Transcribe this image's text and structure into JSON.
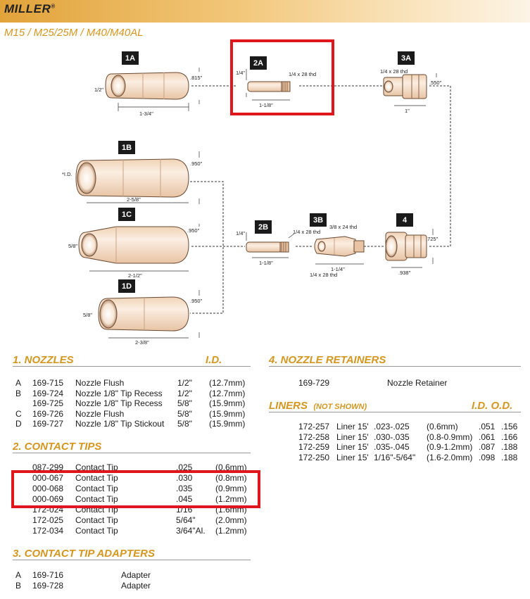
{
  "header": {
    "brand": "MILLER",
    "brand_mark": "®",
    "models": "M15 / M25/25M / M40/M40AL"
  },
  "diagram": {
    "tags": [
      "1A",
      "2A",
      "3A",
      "1B",
      "1C",
      "2B",
      "3B",
      "4",
      "1D"
    ],
    "dims": {
      "a1_815": ".815\"",
      "a1_12": "1/2\"",
      "a1_134": "1-3/4\"",
      "a2_14": "1/4\"",
      "a2_thd": "1/4 x 28 thd",
      "a2_118": "1-1/8\"",
      "a3_thd": "1/4 x 28 thd",
      "a3_550": ".550\"",
      "a3_1": "1\"",
      "b1_950": ".950\"",
      "b1_id": "*I.D.",
      "b1_258": "2-5/8\"",
      "c1_950": ".950\"",
      "c1_58": "5/8\"",
      "c1_212": "2-1/2\"",
      "d1_950": ".950\"",
      "d1_58": "5/8\"",
      "d1_238": "2-3/8\"",
      "b2_14": "1/4\"",
      "b2_thd": "1/4 x 28 thd",
      "b2_118": "1-1/8\"",
      "b3_thd1": "3/8 x 24 thd",
      "b3_114": "1-1/4\"",
      "b3_thd2": "1/4 x 28 thd",
      "r4_725": ".725\"",
      "r4_938": ".938\""
    }
  },
  "nozzles": {
    "title": "1.  NOZZLES",
    "id_header": "I.D.",
    "rows": [
      {
        "letter": "A",
        "part": "169-715",
        "desc": "Nozzle Flush",
        "size": "1/2\"",
        "mm": "(12.7mm)"
      },
      {
        "letter": "B",
        "part": "169-724",
        "desc": "Nozzle 1/8\" Tip Recess",
        "size": "1/2\"",
        "mm": "(12.7mm)"
      },
      {
        "letter": "",
        "part": "169-725",
        "desc": "Nozzle 1/8\" Tip Recess",
        "size": "5/8\"",
        "mm": "(15.9mm)"
      },
      {
        "letter": "C",
        "part": "169-726",
        "desc": "Nozzle Flush",
        "size": "5/8\"",
        "mm": "(15.9mm)"
      },
      {
        "letter": "D",
        "part": "169-727",
        "desc": "Nozzle 1/8\" Tip Stickout",
        "size": "5/8\"",
        "mm": "(15.9mm)"
      }
    ]
  },
  "contact_tips": {
    "title": "2.  CONTACT TIPS",
    "rows": [
      {
        "part": "087-299",
        "desc": "Contact Tip",
        "size": ".025",
        "mm": "(0.6mm)"
      },
      {
        "part": "000-067",
        "desc": "Contact Tip",
        "size": ".030",
        "mm": "(0.8mm)"
      },
      {
        "part": "000-068",
        "desc": "Contact Tip",
        "size": ".035",
        "mm": "(0.9mm)"
      },
      {
        "part": "000-069",
        "desc": "Contact Tip",
        "size": ".045",
        "mm": "(1.2mm)"
      },
      {
        "part": "172-024",
        "desc": "Contact Tip",
        "size": "1/16\"",
        "mm": "(1.6mm)"
      },
      {
        "part": "172-025",
        "desc": "Contact Tip",
        "size": "5/64\"",
        "mm": "(2.0mm)"
      },
      {
        "part": "172-034",
        "desc": "Contact Tip",
        "size": "3/64\"Al.",
        "mm": "(1.2mm)"
      }
    ]
  },
  "adapters": {
    "title": "3.  CONTACT TIP ADAPTERS",
    "rows": [
      {
        "letter": "A",
        "part": "169-716",
        "desc": "Adapter"
      },
      {
        "letter": "B",
        "part": "169-728",
        "desc": "Adapter"
      }
    ]
  },
  "retainers": {
    "title": "4.  NOZZLE RETAINERS",
    "rows": [
      {
        "part": "169-729",
        "desc": "Nozzle Retainer"
      }
    ]
  },
  "liners": {
    "title": "LINERS",
    "note": "(NOT SHOWN)",
    "id_od": "I.D. O.D.",
    "rows": [
      {
        "part": "172-257",
        "desc": "Liner 15'",
        "range": ".023-.025",
        "mm": "(0.6mm)",
        "id": ".051",
        "od": ".156"
      },
      {
        "part": "172-258",
        "desc": "Liner 15'",
        "range": ".030-.035",
        "mm": "(0.8-0.9mm)",
        "id": ".061",
        "od": ".166"
      },
      {
        "part": "172-259",
        "desc": "Liner 15'",
        "range": ".035-.045",
        "mm": "(0.9-1.2mm)",
        "id": ".087",
        "od": ".188"
      },
      {
        "part": "172-250",
        "desc": "Liner 15'",
        "range": "1/16\"-5/64\"",
        "mm": "(1.6-2.0mm)",
        "id": ".098",
        "od": ".188"
      }
    ]
  },
  "colors": {
    "accent": "#d4961f",
    "highlight": "#e0161d",
    "part_fill": "#f4ddc6"
  }
}
